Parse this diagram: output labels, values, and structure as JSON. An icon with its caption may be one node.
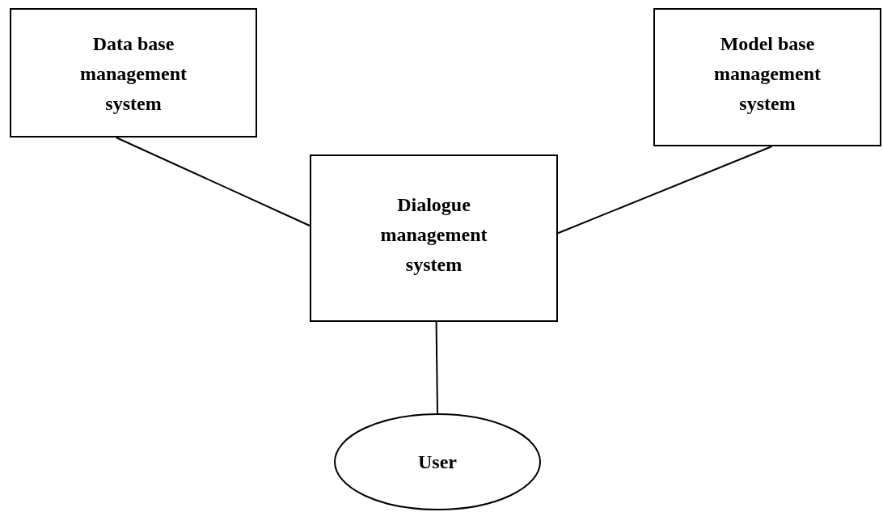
{
  "diagram": {
    "nodes": [
      {
        "text": [
          "Data base management system"
        ]
      },
      {
        "text": [
          "Model base management system"
        ]
      },
      {
        "text": [
          "Dialogue management system"
        ]
      },
      {
        "text": [
          "User"
        ]
      }
    ],
    "edges": [
      {
        "from": 0,
        "to": 2,
        "arrow": "none"
      },
      {
        "from": 1,
        "to": 2,
        "arrow": "none"
      },
      {
        "from": 2,
        "to": 3,
        "arrow": "none"
      }
    ]
  }
}
